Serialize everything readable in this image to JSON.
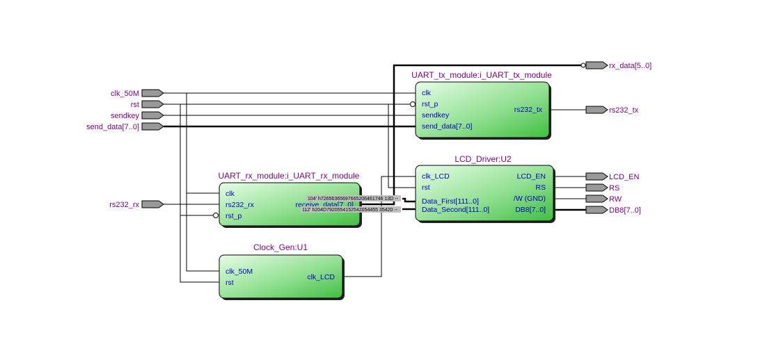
{
  "diagram": {
    "type": "rtl-schematic",
    "colors": {
      "title": "#800080",
      "port": "#0000cc",
      "block_fill_light": "#e4fce4",
      "block_fill_dark": "#44c144",
      "pin_fill": "#999999",
      "const_fill": "#c0c0c0"
    },
    "inputs": [
      {
        "name": "clk_50M"
      },
      {
        "name": "rst"
      },
      {
        "name": "sendkey"
      },
      {
        "name": "send_data[7..0]"
      },
      {
        "name": "rs232_rx"
      }
    ],
    "outputs": [
      {
        "name": "rx_data[5..0]"
      },
      {
        "name": "rs232_tx"
      },
      {
        "name": "LCD_EN"
      },
      {
        "name": "RS"
      },
      {
        "name": "RW"
      },
      {
        "name": "DB8[7..0]"
      }
    ],
    "blocks": {
      "uart_tx": {
        "title": "UART_tx_module:i_UART_tx_module",
        "inputs": [
          "clk",
          "rst_p",
          "sendkey",
          "send_data[7..0]"
        ],
        "outputs": [
          "rs232_tx"
        ]
      },
      "uart_rx": {
        "title": "UART_rx_module:i_UART_rx_module",
        "inputs": [
          "clk",
          "rs232_rx",
          "rst_p"
        ],
        "outputs": [
          "receive_data[7..0]"
        ]
      },
      "lcd": {
        "title": "LCD_Driver:U2",
        "inputs": [
          "clk_LCD",
          "rst",
          "Data_First[111..0]",
          "Data_Second[111..0]"
        ],
        "outputs": [
          "LCD_EN",
          "RS",
          "/W (GND)",
          "DB8[7..0]"
        ]
      },
      "clock": {
        "title": "Clock_Gen:U1",
        "inputs": [
          "clk_50M",
          "rst"
        ],
        "outputs": [
          "clk_LCD"
        ]
      }
    },
    "constants": [
      {
        "label": "104' h726563656976652064617461 3D",
        "text": "104' h72656365697665206461746 13D --"
      },
      {
        "label": "112' h204D79205541525420544553 5420",
        "text": "112' h204D7920554152542054455 35420 --"
      }
    ]
  }
}
